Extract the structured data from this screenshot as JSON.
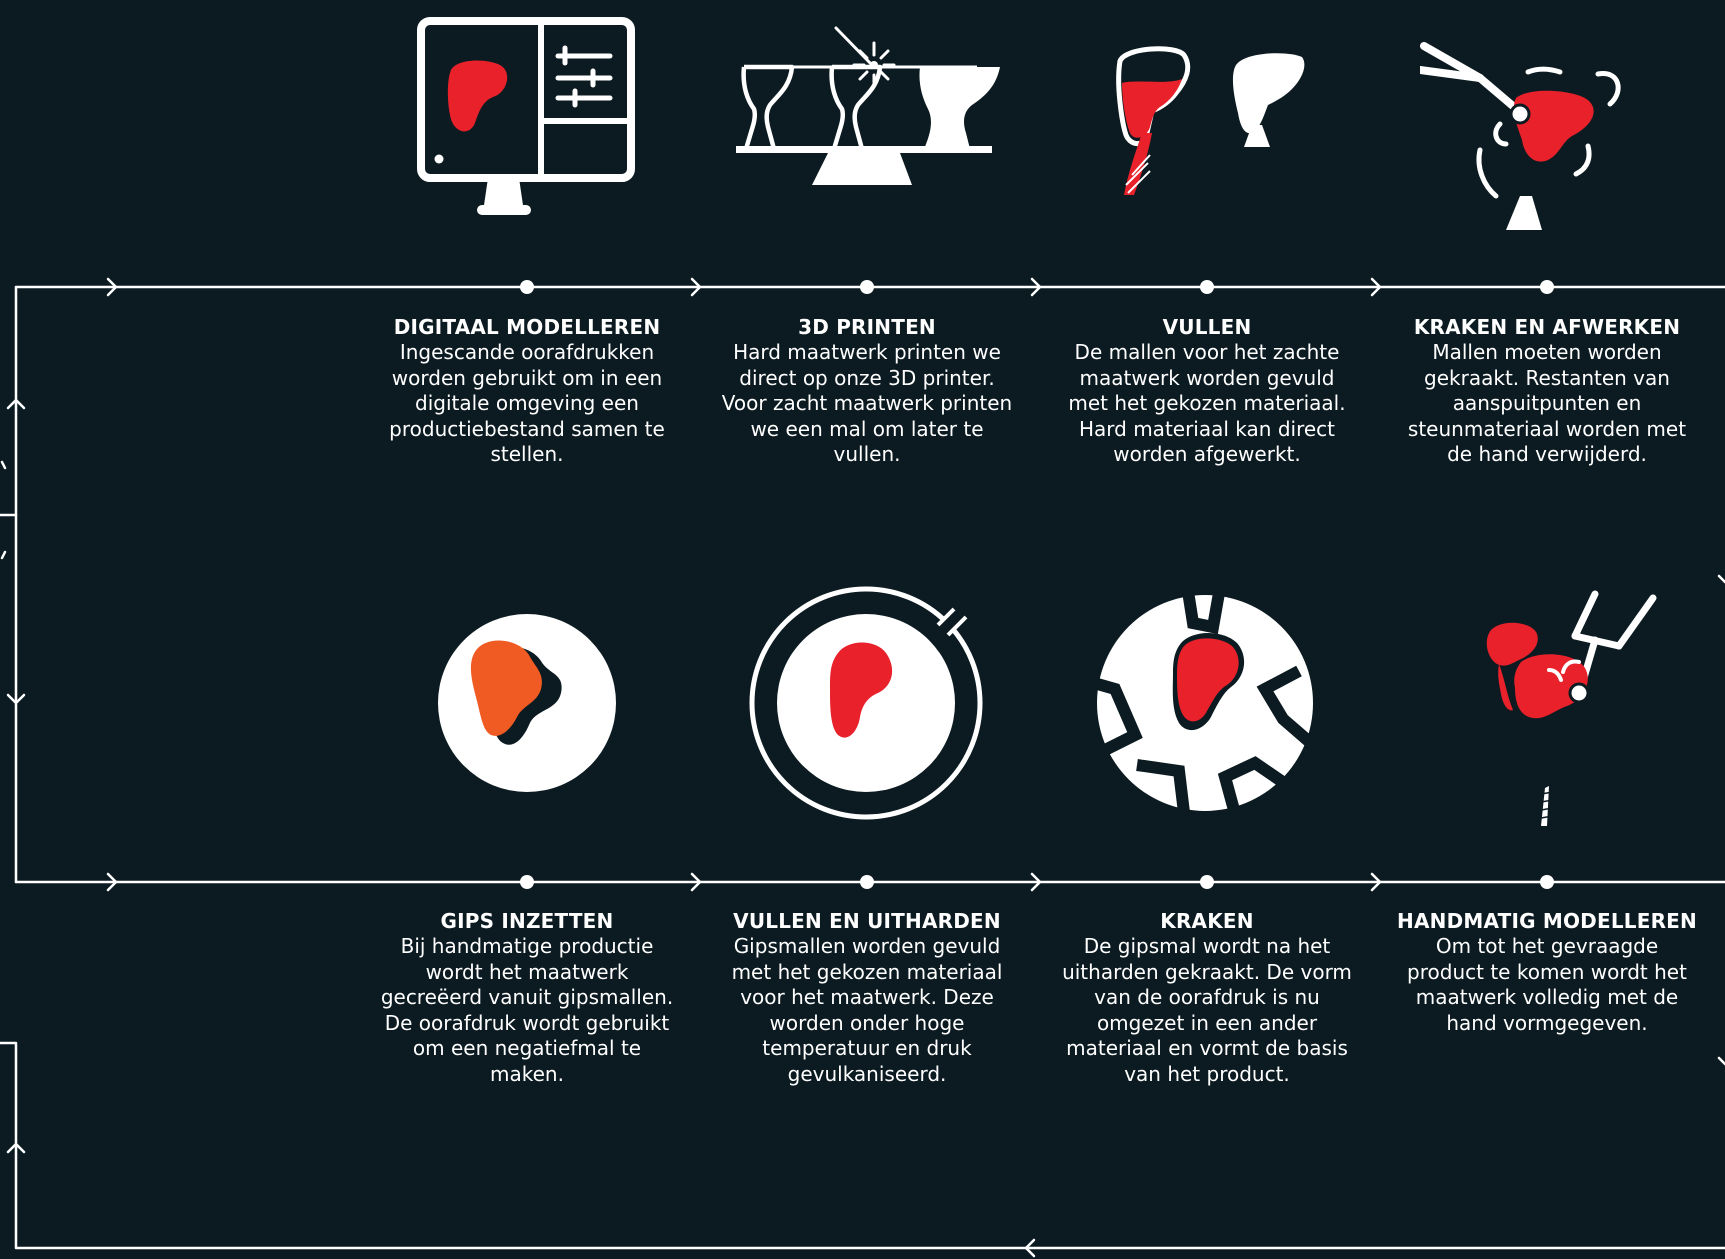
{
  "colors": {
    "background": "#0c1b21",
    "line": "#ffffff",
    "accent_red": "#e8212b",
    "accent_orange": "#ef5b22"
  },
  "steps": [
    {
      "icon": "monitor-modeling-icon",
      "title": "DIGITAAL MODELLEREN",
      "text": "Ingescande oorafdrukken worden gebruikt om in een digitale omgeving een productiebestand samen te stellen."
    },
    {
      "icon": "3d-printer-icon",
      "title": "3D PRINTEN",
      "text": "Hard maatwerk printen we direct op onze 3D printer. Voor zacht maatwerk printen we een mal om later te vullen."
    },
    {
      "icon": "fill-mold-icon",
      "title": "VULLEN",
      "text": "De mallen voor het zachte maatwerk worden gevuld met het gekozen materiaal. Hard materiaal kan direct worden afgewerkt."
    },
    {
      "icon": "crack-finish-icon",
      "title": "KRAKEN EN AFWERKEN",
      "text": "Mallen moeten worden gekraakt. Restanten van aanspuitpunten en steunmateriaal worden met de hand verwijderd."
    },
    {
      "icon": "plaster-insert-icon",
      "title": "GIPS INZETTEN",
      "text": "Bij handmatige productie wordt het maatwerk gecreëerd vanuit gipsmallen. De oorafdruk wordt gebruikt om een negatiefmal te maken."
    },
    {
      "icon": "cure-icon",
      "title": "VULLEN EN UITHARDEN",
      "text": "Gipsmallen worden gevuld met het gekozen materiaal voor het maatwerk. Deze worden onder hoge temperatuur en druk gevulkaniseerd."
    },
    {
      "icon": "crack-plaster-icon",
      "title": "KRAKEN",
      "text": "De gipsmal wordt na het uitharden gekraakt. De vorm van de oorafdruk is nu omgezet in een ander materiaal en vormt de basis van het product."
    },
    {
      "icon": "hand-modeling-icon",
      "title": "HANDMATIG MODELLEREN",
      "text": "Om tot het gevraagde product te komen wordt het maatwerk volledig met de hand vormgegeven."
    }
  ]
}
